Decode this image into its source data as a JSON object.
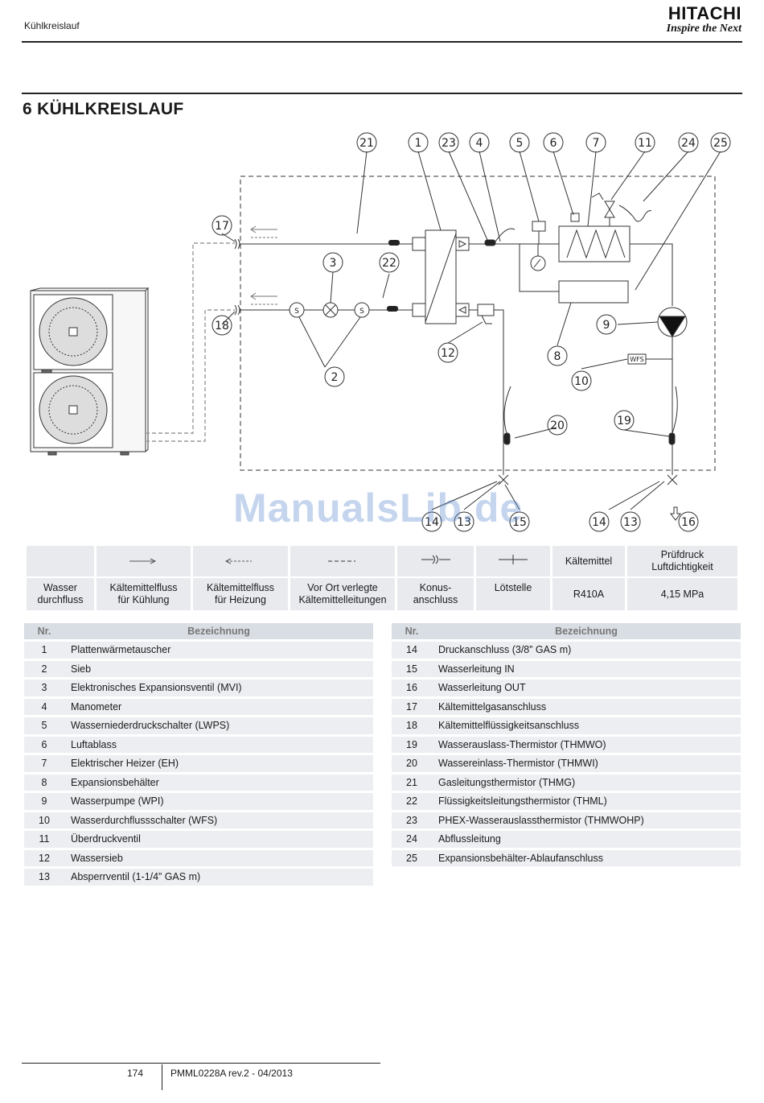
{
  "header": {
    "section": "Kühlkreislauf",
    "brand": "HITACHI",
    "tagline": "Inspire the Next"
  },
  "title": "6  KÜHLKREISLAUF",
  "diagram": {
    "callouts": [
      "21",
      "1",
      "23",
      "4",
      "5",
      "6",
      "7",
      "11",
      "24",
      "25",
      "17",
      "3",
      "22",
      "18",
      "9",
      "12",
      "8",
      "2",
      "10",
      "20",
      "19",
      "14",
      "13",
      "15",
      "14",
      "13",
      "16"
    ],
    "label_wfs": "WFS",
    "label_s": "S"
  },
  "watermark": "ManualsLib.de",
  "legend": {
    "r410a_header": "Kältemittel",
    "pressure_header": "Prüfdruck\nLuftdichtigkeit",
    "labels": [
      "Wasser\ndurchfluss",
      "Kältemittelfluss\nfür Kühlung",
      "Kältemittelfluss\nfür Heizung",
      "Vor Ort verlegte\nKältemittelleitungen",
      "Konus-\nanschluss",
      "Lötstelle"
    ],
    "refrigerant": "R410A",
    "pressure": "4,15 MPa"
  },
  "parts_table": {
    "col_nr": "Nr.",
    "col_desc": "Bezeichnung",
    "left": [
      {
        "nr": "1",
        "desc": "Plattenwärmetauscher"
      },
      {
        "nr": "2",
        "desc": "Sieb"
      },
      {
        "nr": "3",
        "desc": "Elektronisches Expansionsventil (MVI)"
      },
      {
        "nr": "4",
        "desc": "Manometer"
      },
      {
        "nr": "5",
        "desc": "Wasserniederdruckschalter (LWPS)"
      },
      {
        "nr": "6",
        "desc": "Luftablass"
      },
      {
        "nr": "7",
        "desc": "Elektrischer Heizer (EH)"
      },
      {
        "nr": "8",
        "desc": "Expansionsbehälter"
      },
      {
        "nr": "9",
        "desc": "Wasserpumpe (WPI)"
      },
      {
        "nr": "10",
        "desc": "Wasserdurchflussschalter (WFS)"
      },
      {
        "nr": "11",
        "desc": "Überdruckventil"
      },
      {
        "nr": "12",
        "desc": "Wassersieb"
      },
      {
        "nr": "13",
        "desc": "Absperrventil (1-1/4” GAS m)"
      }
    ],
    "right": [
      {
        "nr": "14",
        "desc": "Druckanschluss (3/8” GAS m)"
      },
      {
        "nr": "15",
        "desc": "Wasserleitung IN"
      },
      {
        "nr": "16",
        "desc": "Wasserleitung OUT"
      },
      {
        "nr": "17",
        "desc": "Kältemittelgasanschluss"
      },
      {
        "nr": "18",
        "desc": "Kältemittelflüssigkeitsanschluss"
      },
      {
        "nr": "19",
        "desc": "Wasserauslass-Thermistor (THMWO)"
      },
      {
        "nr": "20",
        "desc": "Wassereinlass-Thermistor (THMWI)"
      },
      {
        "nr": "21",
        "desc": "Gasleitungsthermistor (THMG)"
      },
      {
        "nr": "22",
        "desc": "Flüssigkeitsleitungsthermistor (THML)"
      },
      {
        "nr": "23",
        "desc": "PHEX-Wasserauslassthermistor (THMWOHP)"
      },
      {
        "nr": "24",
        "desc": "Abflussleitung"
      },
      {
        "nr": "25",
        "desc": "Expansionsbehälter-Ablaufanschluss"
      }
    ]
  },
  "footer": {
    "page": "174",
    "doc": "PMML0228A rev.2 - 04/2013"
  }
}
